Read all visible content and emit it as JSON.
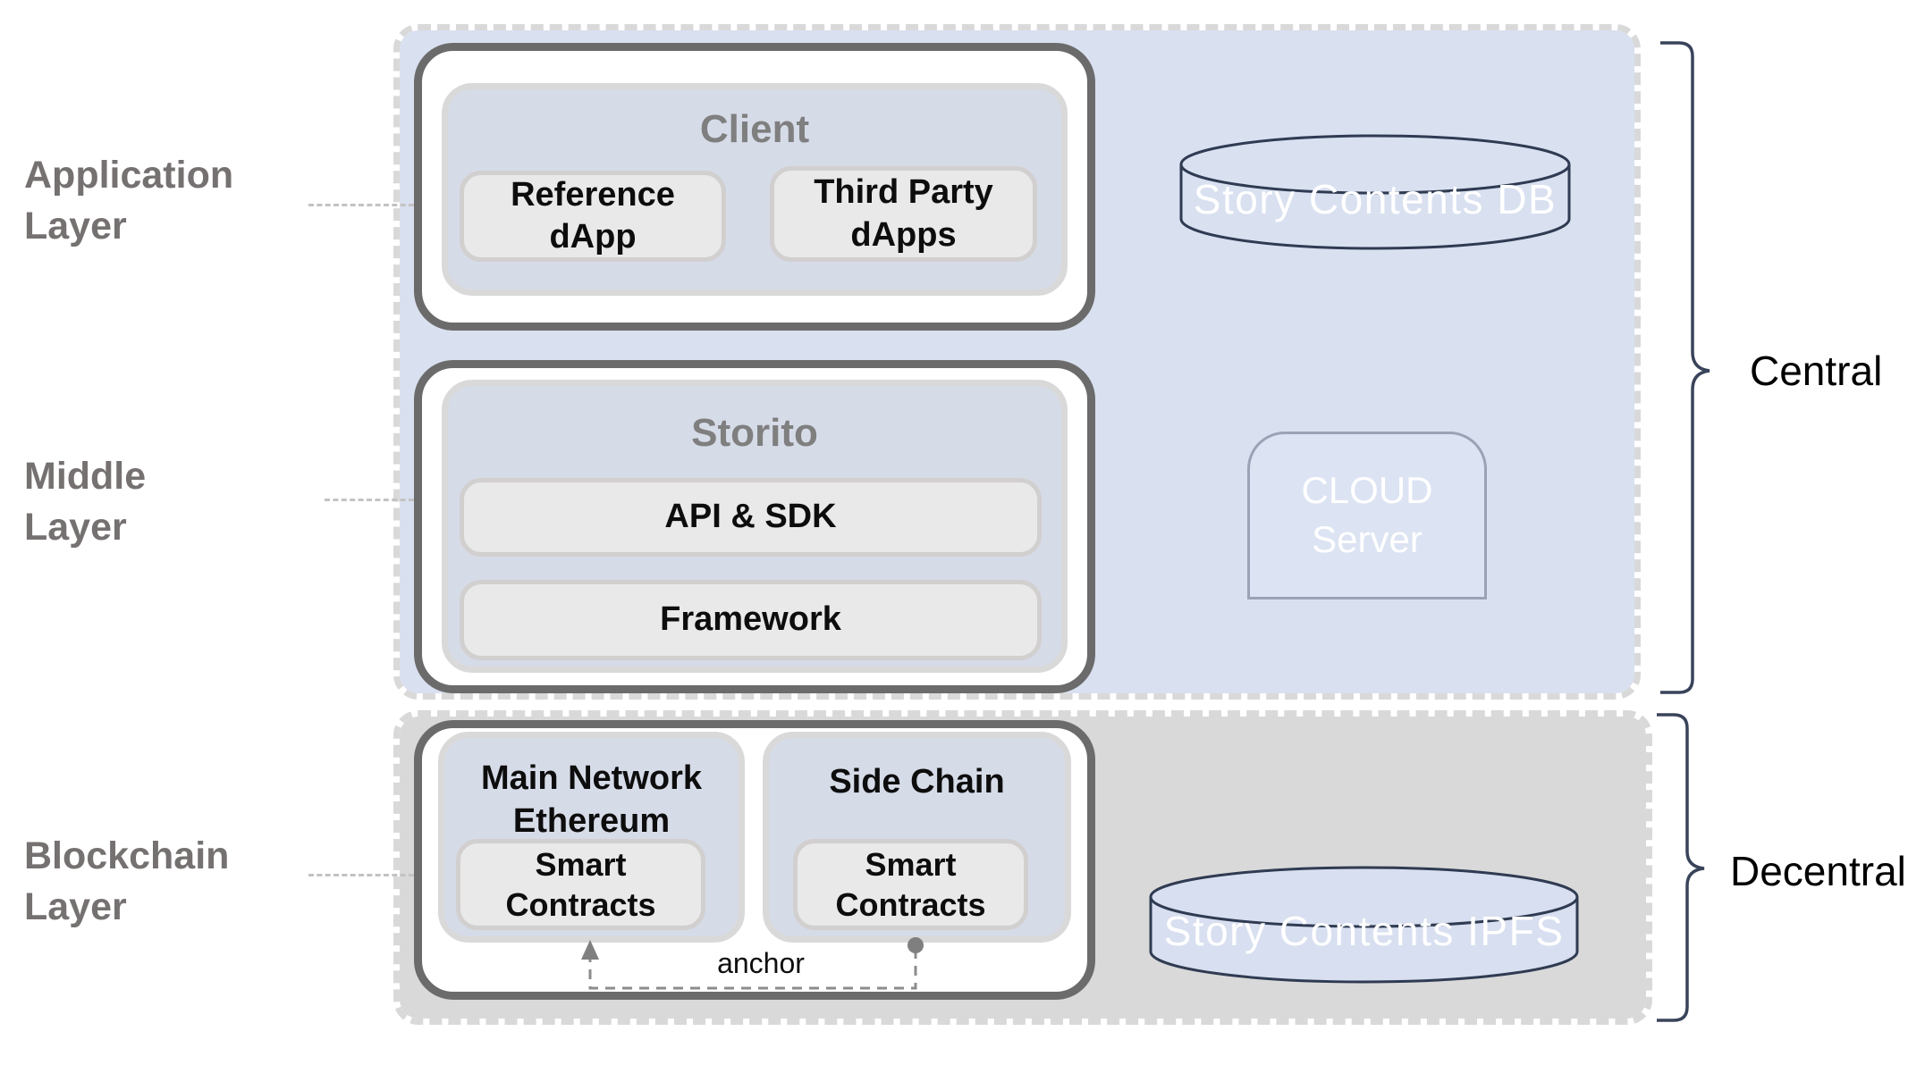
{
  "left_labels": {
    "application": "Application\nLayer",
    "middle": "Middle\nLayer",
    "blockchain": "Blockchain\nLayer"
  },
  "application_layer": {
    "client": {
      "title": "Client",
      "reference_dapp": "Reference\ndApp",
      "third_party_dapps": "Third Party\ndApps"
    },
    "story_contents_db": "Story Contents DB"
  },
  "middle_layer": {
    "storito": {
      "title": "Storito",
      "api_sdk": "API & SDK",
      "framework": "Framework"
    },
    "cloud_server": "CLOUD\nServer"
  },
  "blockchain_layer": {
    "main_network": {
      "title": "Main Network\nEthereum",
      "smart_contracts": "Smart\nContracts"
    },
    "side_chain": {
      "title": "Side Chain",
      "smart_contracts": "Smart\nContracts"
    },
    "anchor_label": "anchor",
    "story_contents_ipfs": "Story Contents IPFS"
  },
  "braces": {
    "central": "Central",
    "decentral": "Decentral"
  },
  "colors": {
    "central_region_bg": "#d9e0f0",
    "decentral_region_bg": "#d9d9d9",
    "region_dash_border": "#d9d9d9",
    "outer_box_border": "#6b6b6b",
    "mid_box_bg": "#d6dbe8",
    "leaf_box_bg": "#e9e9e9",
    "gray_title_text": "#7f7f7f",
    "layer_label_text": "#767171",
    "cylinder_outline": "#2f3b52",
    "cylinder_db_fill": "#d9e0f0",
    "cylinder_ipfs_fill": "#d8dff0",
    "brace_stroke": "#39435a",
    "anchor_gray": "#7f7f7f"
  }
}
